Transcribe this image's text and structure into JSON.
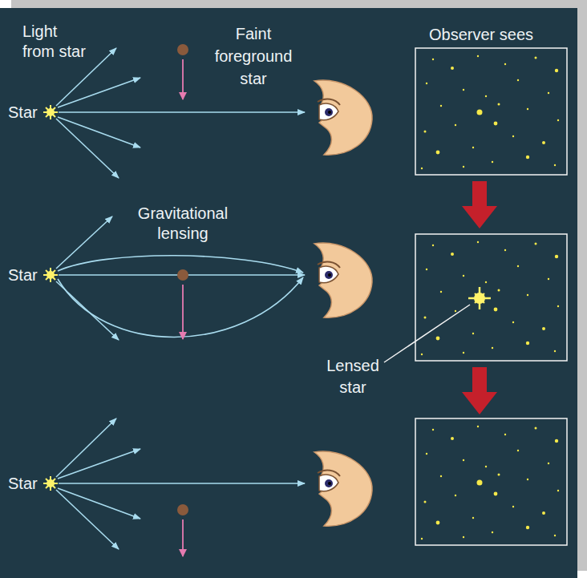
{
  "diagram": {
    "labels": [
      "Light from star",
      "Faint foreground star",
      "Observer sees",
      "Star",
      "Gravitational lensing",
      "Star",
      "Lensed star",
      "Star"
    ]
  }
}
